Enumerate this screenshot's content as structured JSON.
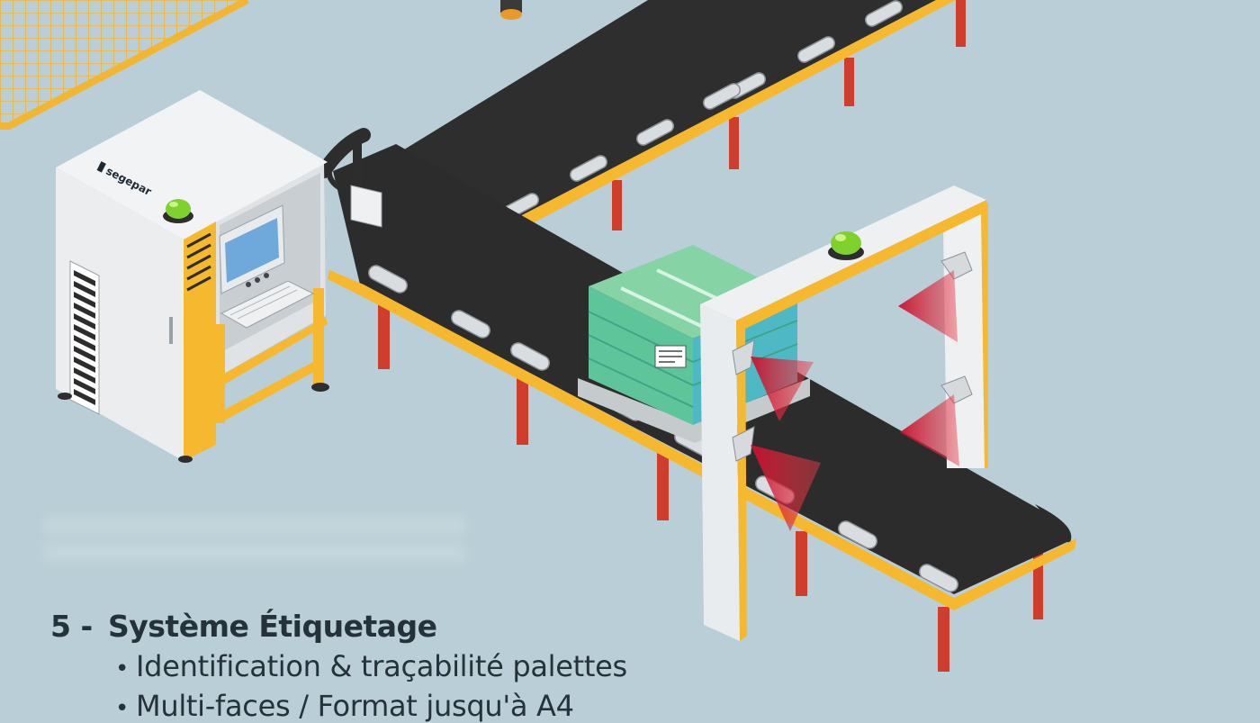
{
  "brand": {
    "logo_text": "segepar"
  },
  "caption": {
    "number": "5 -",
    "title": "Système Étiquetage",
    "items": [
      "Identification & traçabilité palettes",
      "Multi-faces / Format jusqu'à A4"
    ]
  },
  "colors": {
    "background": "#b9ced6",
    "frame_yellow": "#f5b82e",
    "belt": "#2f2f2f",
    "legs": "#d0402f",
    "cabinet": "#eef0f2",
    "indicator_green": "#7fd12e",
    "laser_red": "#c8102e",
    "pallet_green": "#6fcf9f"
  },
  "icons": [
    "indicator-light-icon",
    "screen-icon",
    "scanner-icon"
  ]
}
